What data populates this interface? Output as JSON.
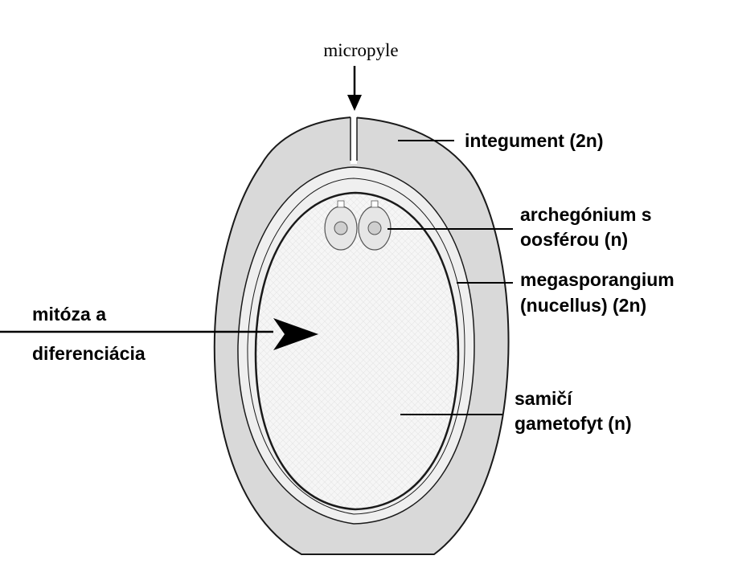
{
  "labels": {
    "micropyle": "micropyle",
    "integument": "integument (2n)",
    "archegonium_line1": "archegónium s",
    "archegonium_line2": "oosférou (n)",
    "megasporangium_line1": "megasporangium",
    "megasporangium_line2": "(nucellus) (2n)",
    "mitosis_line1": "mitóza a",
    "mitosis_line2": "diferenciácia",
    "gametophyte_line1": "samičí",
    "gametophyte_line2": "gametofyt (n)"
  },
  "colors": {
    "integument_fill": "#d9d9d9",
    "nucellus_fill": "#efefef",
    "gametophyte_fill": "#f6f6f6",
    "outline": "#1a1a1a",
    "text": "#000000"
  }
}
